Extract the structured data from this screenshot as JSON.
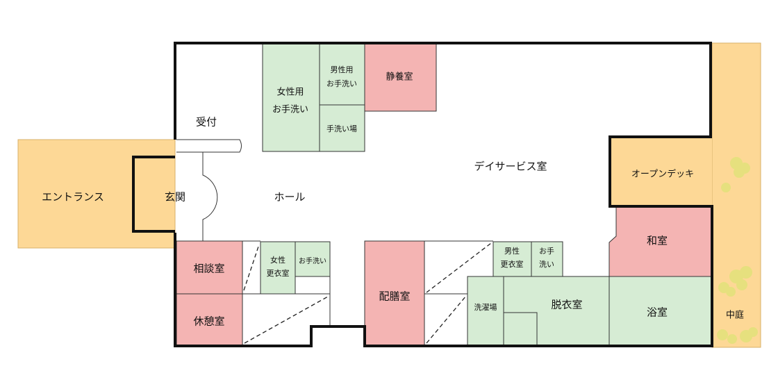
{
  "colors": {
    "outdoor": "#fdd896",
    "private_room": "#f4b4b3",
    "wet_area": "#d6ecd4",
    "wall": "#111111",
    "thin_line": "#333333",
    "shrub": "#e6e07e"
  },
  "labels": {
    "entrance": "エントランス",
    "genkan": "玄関",
    "reception": "受付",
    "hall": "ホール",
    "day_service": "デイサービス室",
    "open_deck": "オープンデッキ",
    "courtyard": "中庭",
    "womens_toilet": [
      "女性用",
      "お手洗い"
    ],
    "mens_toilet": [
      "男性用",
      "お手洗い"
    ],
    "handwash": "手洗い場",
    "quiet_room": "静養室",
    "consultation": "相談室",
    "rest_room": "休憩室",
    "womens_changing": [
      "女性",
      "更衣室"
    ],
    "small_toilet": "お手洗い",
    "serving_room": "配膳室",
    "mens_changing": [
      "男性",
      "更衣室"
    ],
    "toilet_right": [
      "お手",
      "洗い"
    ],
    "laundry": "洗濯場",
    "dressing_room": "脱衣室",
    "japanese_room": "和室",
    "bathroom": "浴室"
  }
}
